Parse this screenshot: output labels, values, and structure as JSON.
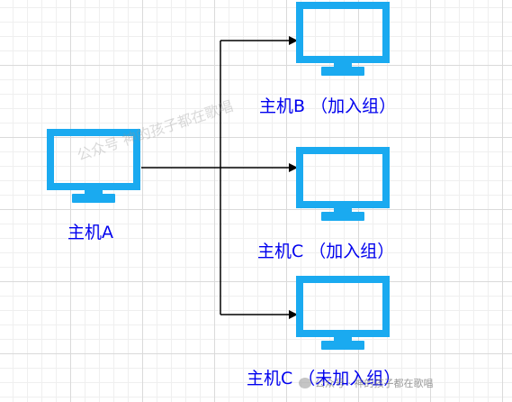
{
  "hosts": {
    "a": {
      "label": "主机A"
    },
    "b": {
      "label": "主机B （加入组）"
    },
    "c1": {
      "label": "主机C （加入组）"
    },
    "c2": {
      "label": "主机C （未加入组）"
    }
  },
  "watermarks": {
    "diagonal": "公众号  神的孩子都在歌唱",
    "corner": "公众号 · 神的孩子都在歌唱"
  },
  "colors": {
    "monitor": "#1aaaf0",
    "label": "#0000ee",
    "connector": "#000000"
  },
  "icons": {
    "host": "monitor-icon",
    "brand": "wechat-icon"
  }
}
